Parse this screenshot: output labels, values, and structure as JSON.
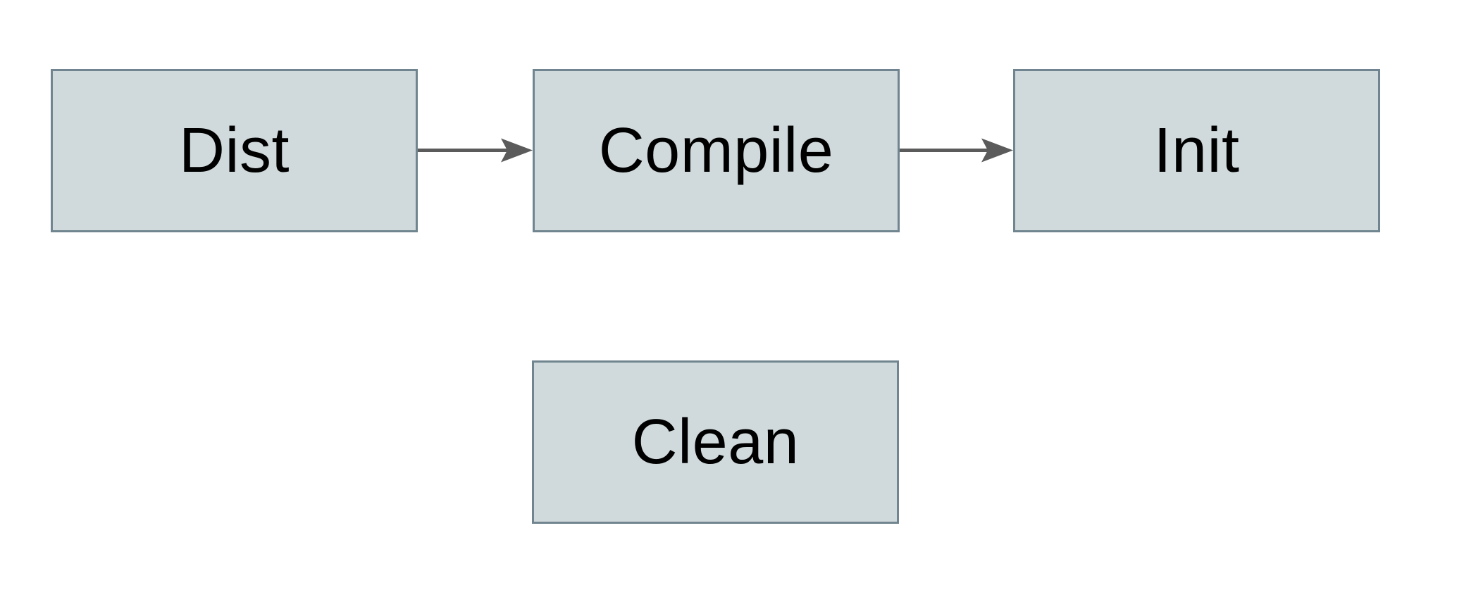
{
  "diagram": {
    "nodes": [
      {
        "id": "dist",
        "label": "Dist"
      },
      {
        "id": "compile",
        "label": "Compile"
      },
      {
        "id": "init",
        "label": "Init"
      },
      {
        "id": "clean",
        "label": "Clean"
      }
    ],
    "edges": [
      {
        "from": "Dist",
        "to": "Compile"
      },
      {
        "from": "Compile",
        "to": "Init"
      }
    ],
    "colors": {
      "background": "#ffffff",
      "node_fill": "#d0d9db",
      "node_border": "#70858f",
      "text": "#000000",
      "arrow": "#5b5b5b"
    }
  }
}
